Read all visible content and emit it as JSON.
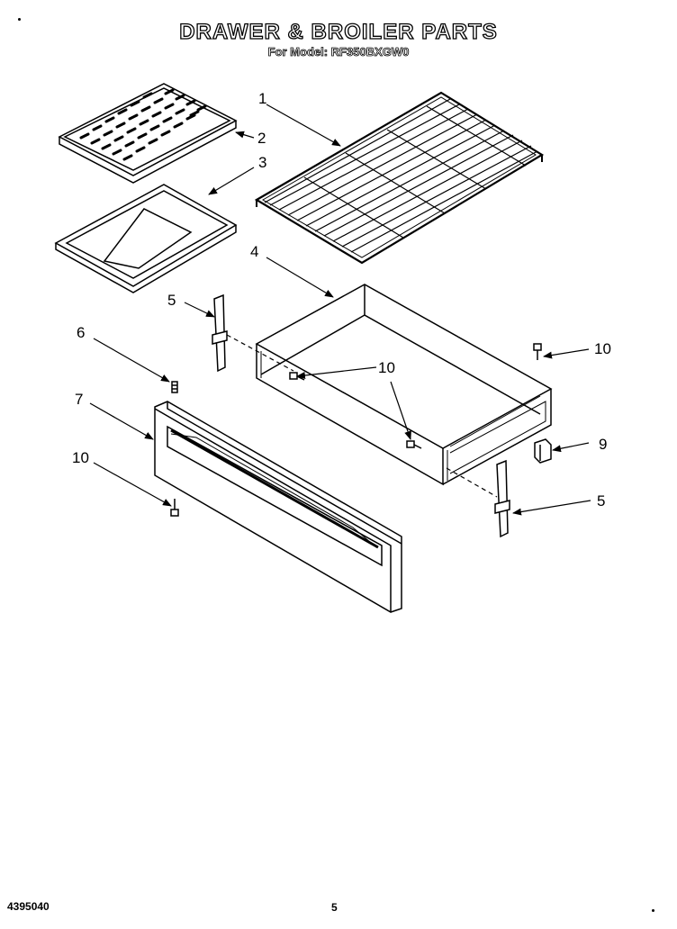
{
  "header": {
    "title": "DRAWER & BROILER PARTS",
    "model_line": "For Model: RF350BXGW0"
  },
  "callouts": {
    "c1": "1",
    "c2": "2",
    "c3": "3",
    "c4": "4",
    "c5a": "5",
    "c5b": "5",
    "c6": "6",
    "c7": "7",
    "c9": "9",
    "c10a": "10",
    "c10b": "10",
    "c10c": "10"
  },
  "footer": {
    "part_number": "4395040",
    "page_number": "5"
  }
}
